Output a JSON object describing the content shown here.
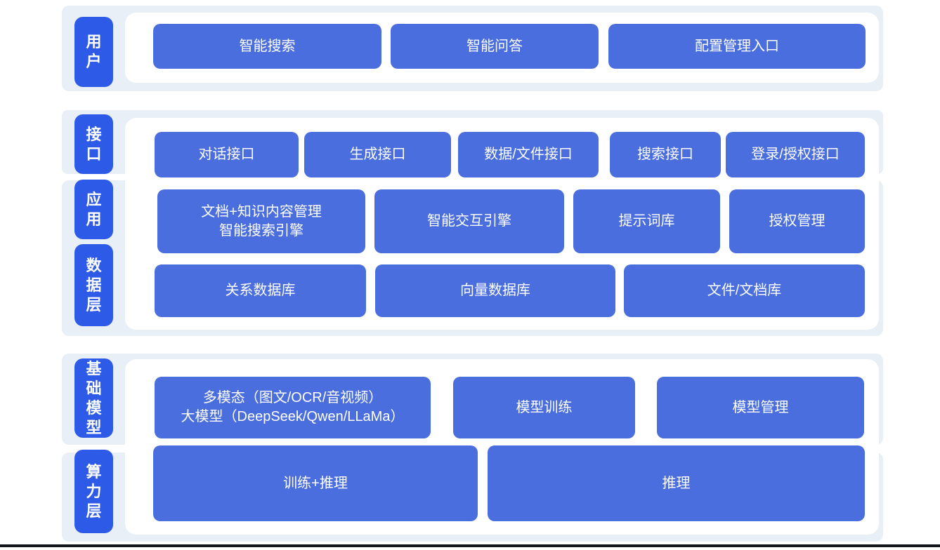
{
  "page": {
    "type": "ai-platform-architecture-diagram",
    "colors": {
      "band_background": "#e9eff7",
      "panel_background": "#ffffff",
      "block_blue": "#4a6edd",
      "label_blue": "#2d5ae6",
      "text_white": "#ffffff",
      "bottom_line": "#14161b"
    }
  },
  "layers": [
    {
      "id": "users",
      "label": "用户",
      "buttons": [
        "智能搜索",
        "智能问答",
        "配置管理入口"
      ]
    },
    {
      "id": "interface",
      "label": "接口",
      "buttons": [
        "对话接口",
        "生成接口",
        "数据/文件接口",
        "搜索接口",
        "登录/授权接口"
      ]
    },
    {
      "id": "application",
      "label": "应用",
      "buttons": [
        "文档+知识内容管理\n智能搜索引擎",
        "智能交互引擎",
        "提示词库",
        "授权管理"
      ]
    },
    {
      "id": "data",
      "label": "数据层",
      "buttons": [
        "关系数据库",
        "向量数据库",
        "文件/文档库"
      ]
    },
    {
      "id": "foundation-model",
      "label": "基础模型",
      "buttons": [
        "多模态（图文/OCR/音视频）\n大模型（DeepSeek/Qwen/LLaMa）",
        "模型训练",
        "模型管理"
      ]
    },
    {
      "id": "compute",
      "label": "算力层",
      "buttons": [
        "训练+推理",
        "推理"
      ]
    }
  ]
}
